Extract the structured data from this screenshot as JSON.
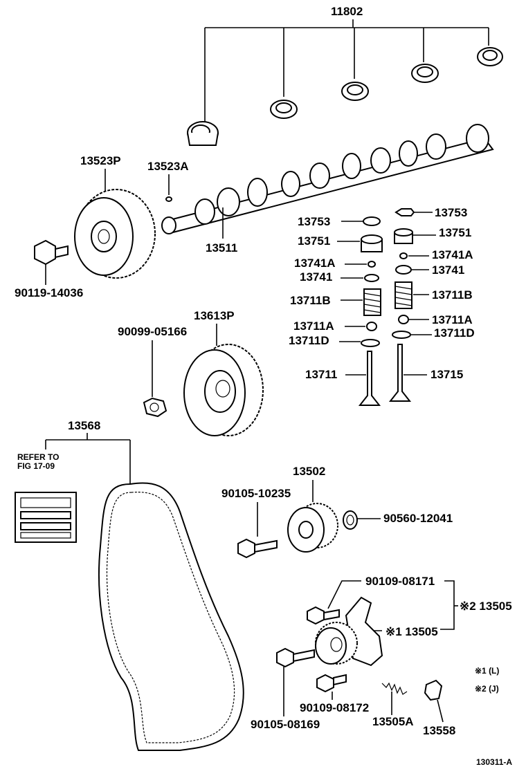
{
  "labels": {
    "p11802": "11802",
    "p13523P": "13523P",
    "p13523A": "13523A",
    "p13511": "13511",
    "p90119": "90119-14036",
    "p13753L": "13753",
    "p13753R": "13753",
    "p13751L": "13751",
    "p13751R": "13751",
    "p13741AL": "13741A",
    "p13741AR": "13741A",
    "p13741L": "13741",
    "p13741R": "13741",
    "p13711BL": "13711B",
    "p13711BR": "13711B",
    "p13711AL": "13711A",
    "p13711AR": "13711A",
    "p13711DL": "13711D",
    "p13711DR": "13711D",
    "p13711": "13711",
    "p13715": "13715",
    "p13613P": "13613P",
    "p90099": "90099-05166",
    "p13568": "13568",
    "refer1": "REFER TO",
    "refer2": "FIG  17-09",
    "p13502": "13502",
    "p90105_10235": "90105-10235",
    "p90560": "90560-12041",
    "p90109_08171": "90109-08171",
    "p13505_2": "※2 13505",
    "p13505_1": "※1 13505",
    "p90105_08169": "90105-08169",
    "p90109_08172": "90109-08172",
    "p13505A": "13505A",
    "p13558": "13558",
    "note1": "※1 (L)",
    "note2": "※2 (J)",
    "figcode": "130311-A"
  }
}
